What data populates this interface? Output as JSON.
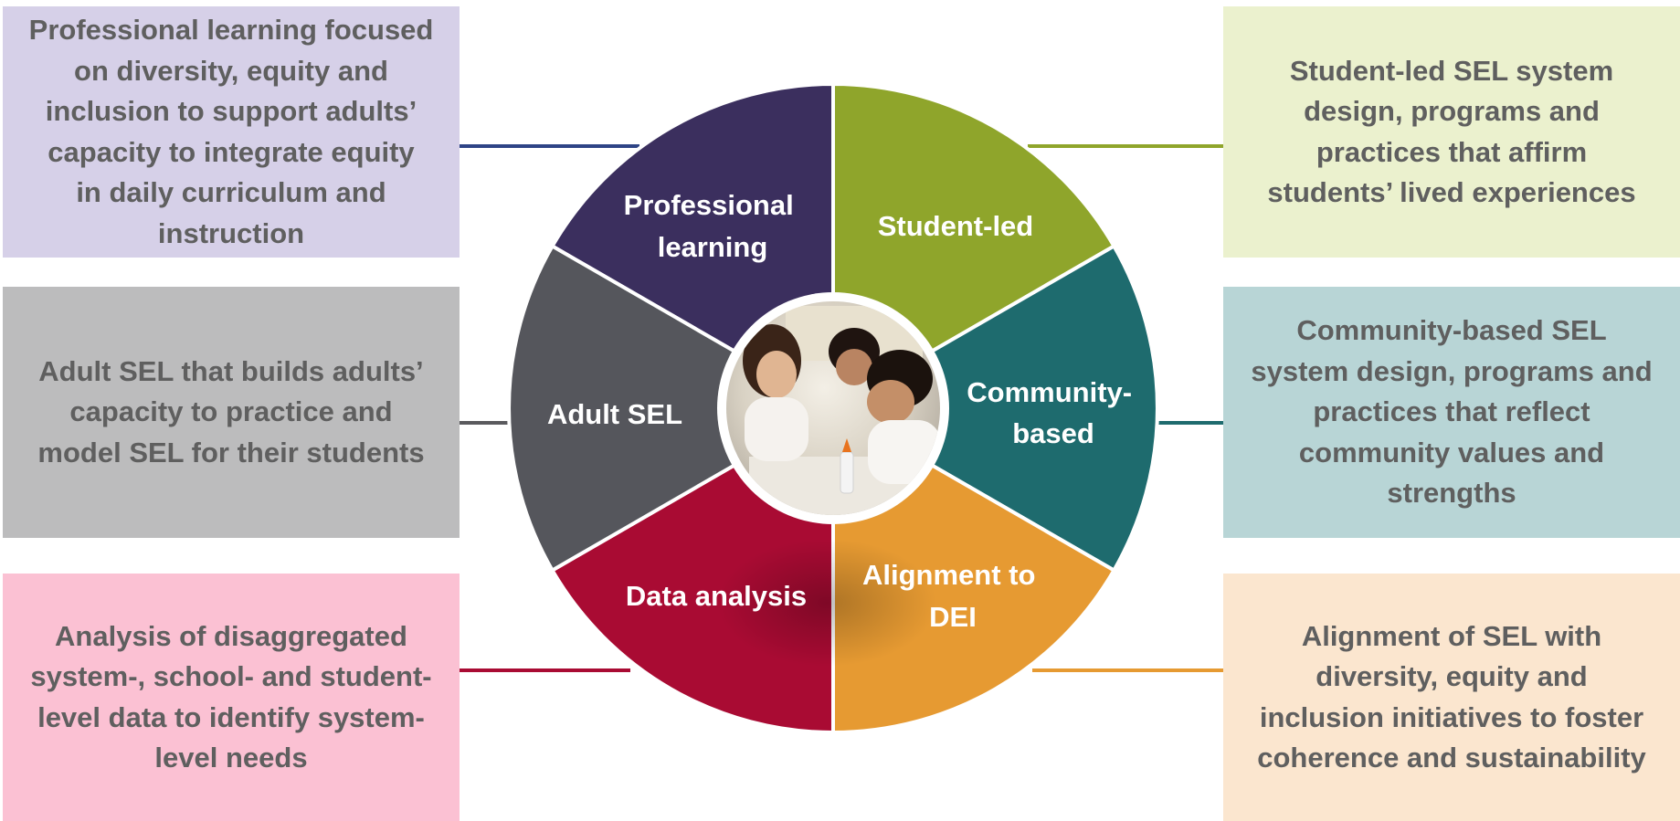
{
  "segments": [
    {
      "id": "professional",
      "label_lines": [
        "Professional",
        "learning"
      ],
      "color": "#3b2f5e"
    },
    {
      "id": "student",
      "label_lines": [
        "Student-led"
      ],
      "color": "#8fa52b"
    },
    {
      "id": "community",
      "label_lines": [
        "Community-",
        "based"
      ],
      "color": "#1e6b6e"
    },
    {
      "id": "alignment",
      "label_lines": [
        "Alignment to",
        "DEI"
      ],
      "color": "#e69a32"
    },
    {
      "id": "data",
      "label_lines": [
        "Data analysis"
      ],
      "color": "#a90b33"
    },
    {
      "id": "adult",
      "label_lines": [
        "Adult SEL"
      ],
      "color": "#55565c"
    }
  ],
  "boxes": {
    "professional": {
      "lines": [
        "Professional learning focused",
        "on diversity, equity and",
        "inclusion to support adults’",
        "capacity to integrate equity",
        "in daily curriculum and",
        "instruction"
      ],
      "bg": "#d6d0e8",
      "connector_color": "#2e4486"
    },
    "adult": {
      "lines": [
        "Adult SEL that builds adults’",
        "capacity to practice and",
        "model SEL for their students"
      ],
      "bg": "#bcbcbd",
      "connector_color": "#5a5a5e"
    },
    "data": {
      "lines": [
        "Analysis of disaggregated",
        "system-, school- and student-",
        "level data to identify system-",
        "level needs"
      ],
      "bg": "#fbc1d3",
      "connector_color": "#a90b33"
    },
    "student": {
      "lines": [
        "Student-led SEL system",
        "design, programs and",
        "practices that affirm",
        "students’ lived experiences"
      ],
      "bg": "#ebf1ce",
      "connector_color": "#8fa52b"
    },
    "community": {
      "lines": [
        "Community-based SEL",
        "system design, programs and",
        "practices that reflect",
        "community values and",
        "strengths"
      ],
      "bg": "#b8d5d6",
      "connector_color": "#1e6b6e"
    },
    "alignment": {
      "lines": [
        "Alignment of SEL with",
        "diversity, equity and",
        "inclusion initiatives to foster",
        "coherence and sustainability"
      ],
      "bg": "#fbe6cf",
      "connector_color": "#e69a32"
    }
  },
  "center_photo": {
    "icon": "children-classroom-photo"
  }
}
